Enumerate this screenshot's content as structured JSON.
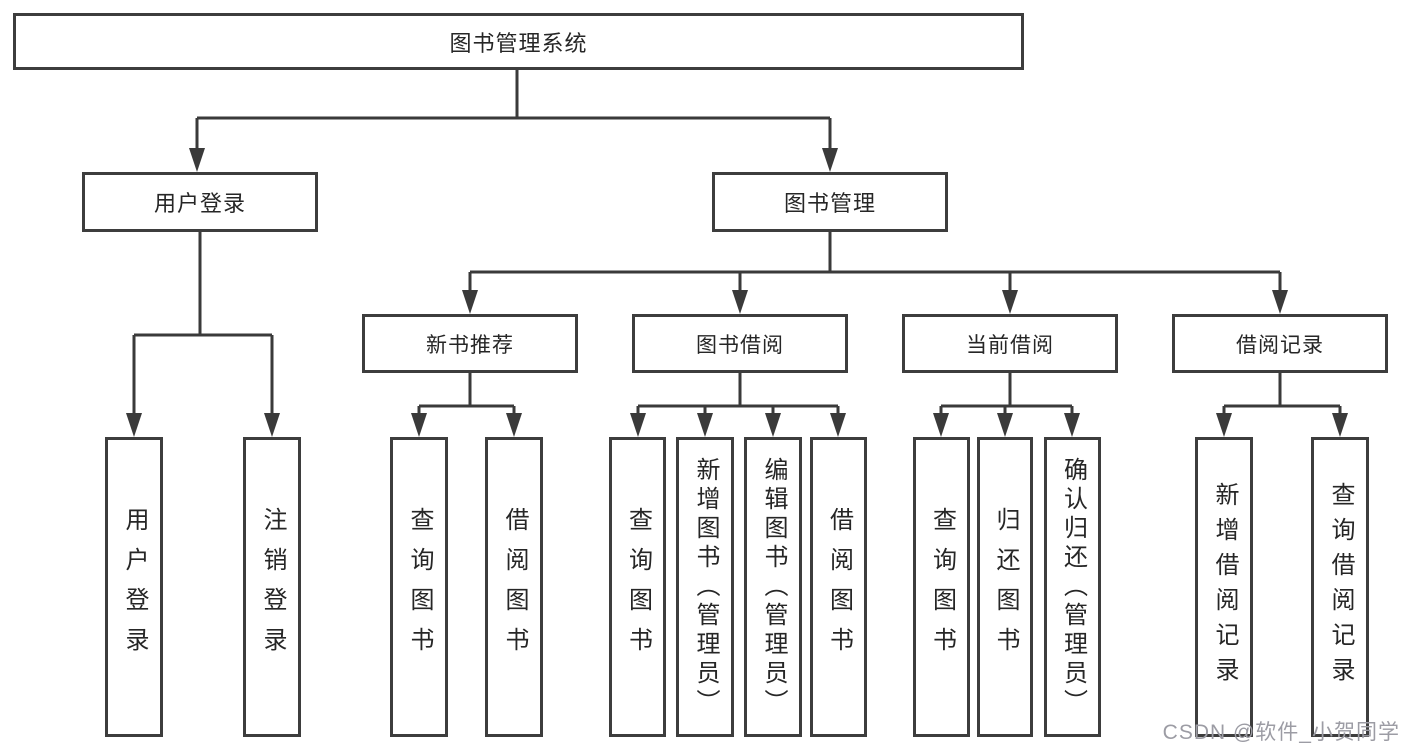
{
  "colors": {
    "background": "#ffffff",
    "line": "#3a3a3a",
    "box_border": "#3d3d3d",
    "text": "#262626",
    "watermark": "#9c9ca4"
  },
  "watermark": {
    "text": "CSDN @软件_小贺同学"
  },
  "tree": {
    "root": {
      "label": "图书管理系统"
    },
    "branches": [
      {
        "label": "用户登录",
        "children": [
          {
            "label": "用户登录"
          },
          {
            "label": "注销登录"
          }
        ]
      },
      {
        "label": "图书管理",
        "groups": [
          {
            "label": "新书推荐",
            "children": [
              {
                "label": "查询图书"
              },
              {
                "label": "借阅图书"
              }
            ]
          },
          {
            "label": "图书借阅",
            "children": [
              {
                "label": "查询图书"
              },
              {
                "label": "新增图书（管理员）"
              },
              {
                "label": "编辑图书（管理员）"
              },
              {
                "label": "借阅图书"
              }
            ]
          },
          {
            "label": "当前借阅",
            "children": [
              {
                "label": "查询图书"
              },
              {
                "label": "归还图书"
              },
              {
                "label": "确认归还（管理员）"
              }
            ]
          },
          {
            "label": "借阅记录",
            "children": [
              {
                "label": "新增借阅记录"
              },
              {
                "label": "查询借阅记录"
              }
            ]
          }
        ]
      }
    ]
  }
}
